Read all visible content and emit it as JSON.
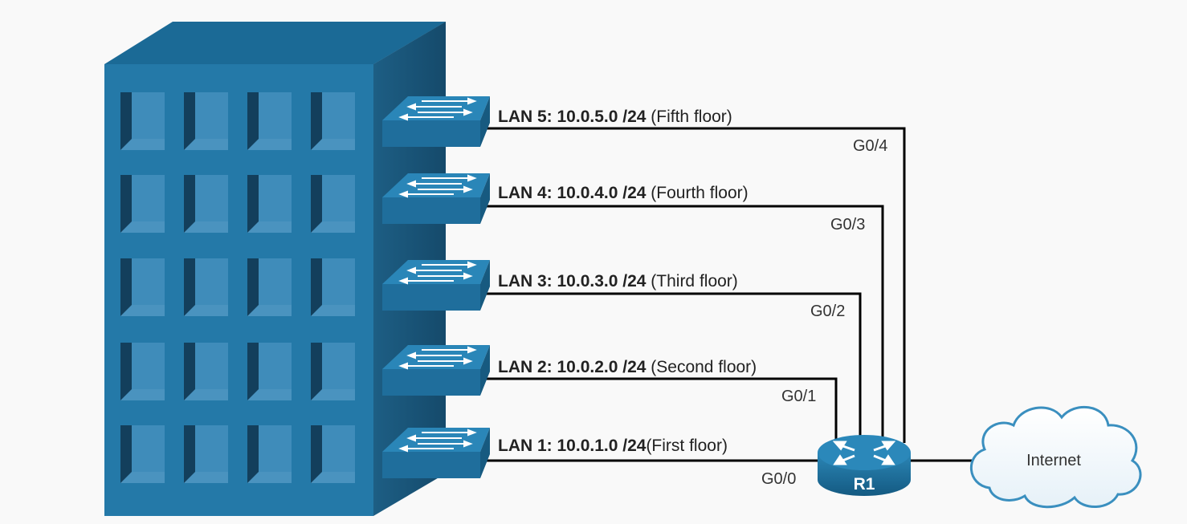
{
  "lans": [
    {
      "id": "lan5",
      "bold": "LAN 5: 10.0.5.0 /24",
      "rest": " (Fifth floor)",
      "port": "G0/4"
    },
    {
      "id": "lan4",
      "bold": "LAN 4: 10.0.4.0 /24",
      "rest": " (Fourth floor)",
      "port": "G0/3"
    },
    {
      "id": "lan3",
      "bold": "LAN 3: 10.0.3.0 /24",
      "rest": " (Third floor)",
      "port": "G0/2"
    },
    {
      "id": "lan2",
      "bold": "LAN 2: 10.0.2.0 /24",
      "rest": " (Second floor)",
      "port": "G0/1"
    },
    {
      "id": "lan1",
      "bold": "LAN 1: 10.0.1.0 /24",
      "rest": "(First floor)",
      "port": "G0/0"
    }
  ],
  "router": {
    "label": "R1"
  },
  "cloud": {
    "label": "Internet"
  },
  "colors": {
    "building_front": "#2479a8",
    "building_side": "#1e5f86",
    "building_top": "#1a6a96",
    "switch_top": "#2a86b8",
    "switch_front": "#1f6e9c",
    "link": "#000000",
    "background": "#f9f9f9"
  }
}
